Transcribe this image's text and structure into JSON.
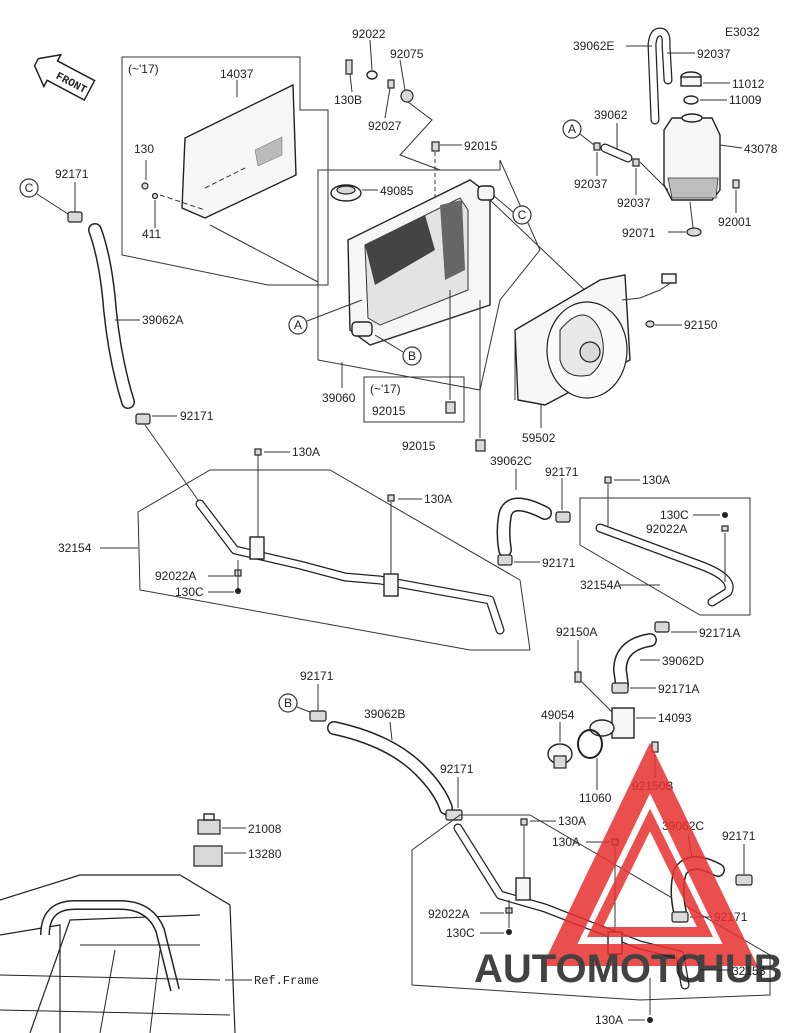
{
  "diagram_code": "E3032",
  "front_label": "FRONT",
  "ref_frame_label": "Ref.Frame",
  "year_note_1": "(~'17)",
  "year_note_2": "(~'17)",
  "callouts": {
    "a": "A",
    "b": "B",
    "c": "C"
  },
  "labels": {
    "p92022": "92022",
    "p92075": "92075",
    "p130B": "130B",
    "p92027": "92027",
    "p14037": "14037",
    "p130": "130",
    "p411": "411",
    "p92015_top": "92015",
    "p49085": "49085",
    "p39060": "39060",
    "p92015_mid": "92015",
    "p92015_bot": "92015",
    "p92171_tl": "92171",
    "p39062A": "39062A",
    "p92171_ml": "92171",
    "p39062E": "39062E",
    "p92037_top": "92037",
    "p11012": "11012",
    "p11009": "11009",
    "p39062": "39062",
    "p43078": "43078",
    "p92037_l": "92037",
    "p92037_m": "92037",
    "p92001": "92001",
    "p92071": "92071",
    "p92150": "92150",
    "p59502": "59502",
    "p130A_1": "130A",
    "p130A_2": "130A",
    "p32154": "32154",
    "p92022A_1": "92022A",
    "p130C_1": "130C",
    "p39062C_1": "39062C",
    "p92171_c1": "92171",
    "p92171_c2": "92171",
    "p130A_3": "130A",
    "p130C_2": "130C",
    "p92022A_2": "92022A",
    "p32154A": "32154A",
    "p92171A_1": "92171A",
    "p92150A": "92150A",
    "p39062D": "39062D",
    "p92171A_2": "92171A",
    "p49054": "49054",
    "p14093": "14093",
    "p11060": "11060",
    "p92150B": "92150B",
    "p92171_b1": "92171",
    "p39062B": "39062B",
    "p92171_b2": "92171",
    "p130A_4": "130A",
    "p130A_5": "130A",
    "p39062C_2": "39062C",
    "p92171_b3": "92171",
    "p92171_b4": "92171",
    "p21008": "21008",
    "p13280": "13280",
    "p92022A_3": "92022A",
    "p130C_3": "130C",
    "p32153": "32153",
    "p130A_6": "130A"
  },
  "watermark": {
    "text_red": "AUTOMOTO",
    "text_dark": "HUB",
    "color_red": "#e8312f",
    "color_dark": "#555555",
    "color_orange": "#f3a23a"
  }
}
